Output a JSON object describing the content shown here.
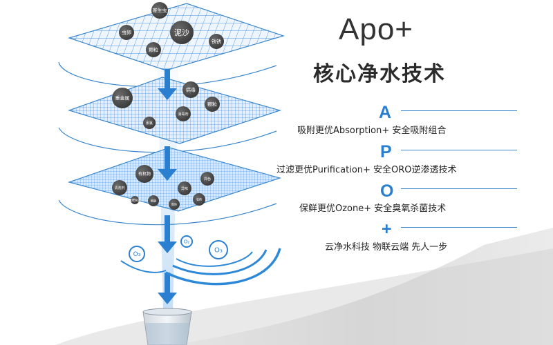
{
  "title": "Apo+",
  "subtitle": "核心净水技术",
  "features": [
    {
      "letter": "A",
      "text": "吸附更优Absorption+ 安全吸附组合"
    },
    {
      "letter": "P",
      "text": "过滤更优Purification+ 安全ORO逆渗透技术"
    },
    {
      "letter": "O",
      "text": "保鲜更优Ozone+ 安全臭氧杀菌技术"
    },
    {
      "letter": "+",
      "text": "云净水科技 物联云端 先人一步"
    }
  ],
  "layer1_labels": [
    "寄生虫",
    "虫卵",
    "泥沙",
    "铁锈",
    "颗粒"
  ],
  "layer2_labels": [
    "重金属",
    "病毒",
    "颗粒",
    "余氯",
    "消毒剂"
  ],
  "layer3_labels": [
    "有机物",
    "异色",
    "清洗剂",
    "异味",
    "农药",
    "细菌",
    "胶体",
    "化肥农药"
  ],
  "ozone_labels": [
    "O₃",
    "O₂",
    "O₃"
  ],
  "colors": {
    "accent": "#2a7fd0",
    "line": "#3a86cc",
    "bubble": "#4a4a4a"
  }
}
